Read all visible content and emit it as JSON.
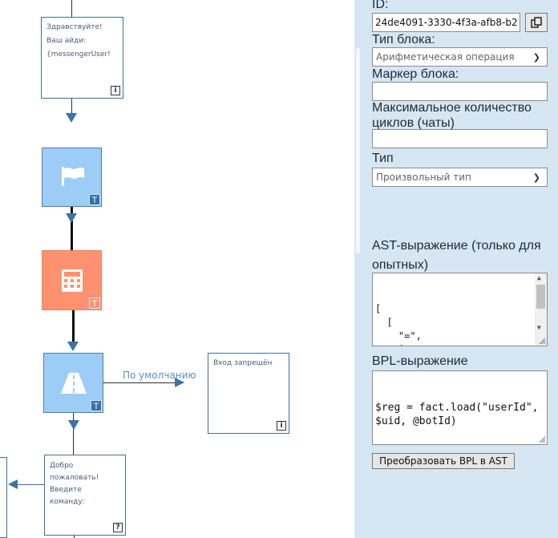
{
  "flow": {
    "greeting_box": {
      "lines": [
        "Здравствуйте!",
        "Ваш айди:",
        "{messengerUser!"
      ],
      "corner_icon": "info-icon",
      "corner_glyph": "i"
    },
    "flag_node": {
      "color": "#9dcdf6",
      "icon": "flag-icon",
      "badge": "T"
    },
    "calc_node": {
      "color": "#fe9270",
      "icon": "calculator-icon",
      "badge": "T"
    },
    "road_node": {
      "color": "#9dcdf6",
      "icon": "road-icon",
      "badge": "T"
    },
    "default_edge_label": "По умолчанию",
    "denied_box": {
      "lines": [
        "Вход запрещён"
      ],
      "corner_icon": "info-icon",
      "corner_glyph": "i"
    },
    "welcome_box": {
      "lines": [
        "Добро",
        "пожаловать!",
        "Введите",
        "команду:"
      ],
      "corner_icon": "question-icon",
      "corner_glyph": "?"
    }
  },
  "panel": {
    "id_label": "ID:",
    "id_value": "24de4091-3330-4f3a-afb8-b2",
    "copy_icon": "copy-icon",
    "block_type_label": "Тип блока:",
    "block_type_value": "Арифметическая операция",
    "marker_label": "Маркер блока:",
    "marker_value": "",
    "max_cycles_label_1": "Максимальное количество",
    "max_cycles_label_2": "циклов (чаты)",
    "max_cycles_value": "",
    "type_label": "Тип",
    "type_value": "Произвольный тип",
    "ast_label_1": "AST-выражение (только для",
    "ast_label_2": "опытных)",
    "ast_text": "[\n  [\n    \"=\",\n    [\n      \"var\",",
    "bpl_label": "BPL-выражение",
    "bpl_text": "$reg = fact.load(\"userId\",\n$uid, @botId)",
    "convert_button": "Преобразовать BPL в AST"
  },
  "colors": {
    "panel_bg": "#d6e7f3",
    "connector": "#3b73a6",
    "accent_text": "#5b8dc4"
  }
}
